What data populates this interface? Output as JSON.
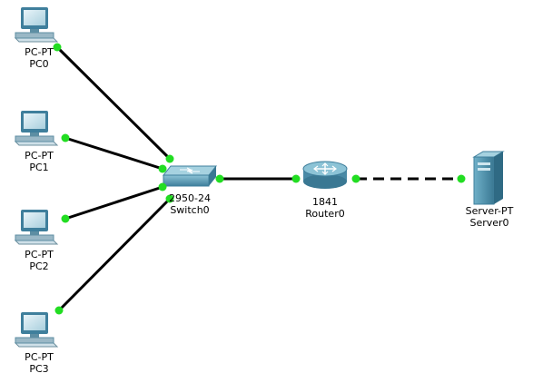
{
  "colors": {
    "link": "#000000",
    "link_up_dot": "#22dd22",
    "monitor_frame": "#3f7f9c",
    "screen": "#cfe6ef",
    "switch_body": "#5aa0bb",
    "router_body": "#5b9bb5",
    "server_body": "#4a8aa6"
  },
  "devices": [
    {
      "id": "pc0",
      "type": "PC-PT",
      "name": "PC0",
      "icon": "pc-icon"
    },
    {
      "id": "pc1",
      "type": "PC-PT",
      "name": "PC1",
      "icon": "pc-icon"
    },
    {
      "id": "pc2",
      "type": "PC-PT",
      "name": "PC2",
      "icon": "pc-icon"
    },
    {
      "id": "pc3",
      "type": "PC-PT",
      "name": "PC3",
      "icon": "pc-icon"
    },
    {
      "id": "switch0",
      "type": "2950-24",
      "name": "Switch0",
      "icon": "switch-icon"
    },
    {
      "id": "router0",
      "type": "1841",
      "name": "Router0",
      "icon": "router-icon"
    },
    {
      "id": "server0",
      "type": "Server-PT",
      "name": "Server0",
      "icon": "server-icon"
    }
  ],
  "links": [
    {
      "from": "pc0",
      "to": "switch0",
      "style": "copper-straight-through"
    },
    {
      "from": "pc1",
      "to": "switch0",
      "style": "copper-straight-through"
    },
    {
      "from": "pc2",
      "to": "switch0",
      "style": "copper-straight-through"
    },
    {
      "from": "pc3",
      "to": "switch0",
      "style": "copper-straight-through"
    },
    {
      "from": "switch0",
      "to": "router0",
      "style": "copper-straight-through"
    },
    {
      "from": "router0",
      "to": "server0",
      "style": "copper-cross-over"
    }
  ]
}
